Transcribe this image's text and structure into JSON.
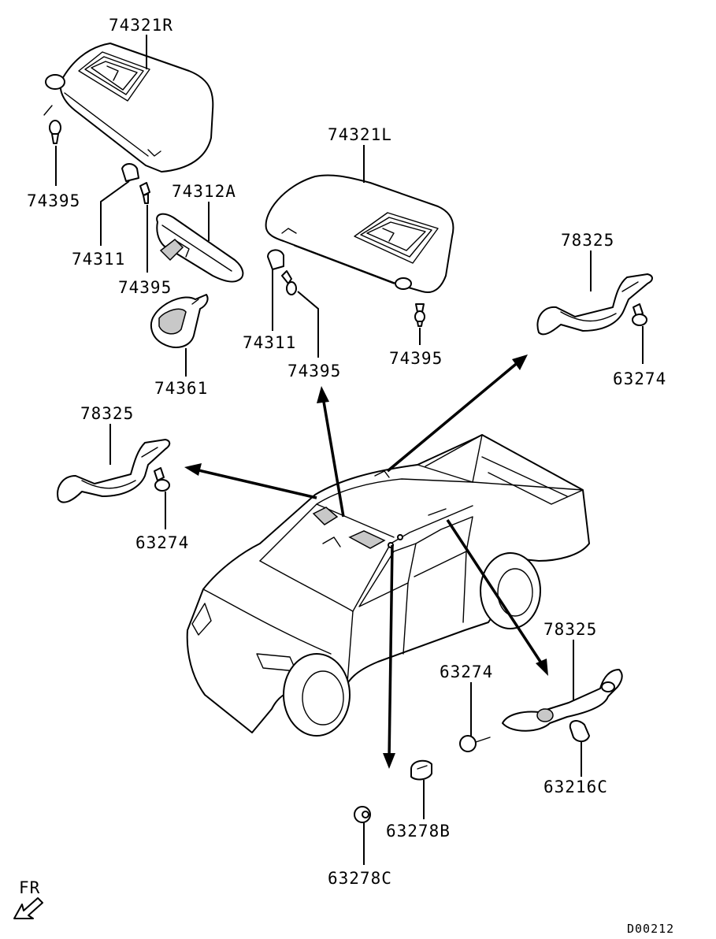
{
  "diagram": {
    "code": "D00212",
    "direction_label": "FR",
    "labels": {
      "sunvisor_right": "74321R",
      "sunvisor_left": "74321L",
      "mirror": "74312A",
      "holder_a": "74311",
      "holder_b": "74311",
      "screw_a": "74395",
      "screw_b": "74395",
      "screw_c": "74395",
      "screw_d": "74395",
      "lamp": "74361",
      "grip_left": "78325",
      "grip_right": "78325",
      "grip_bottom": "78325",
      "clip_left": "63274",
      "clip_right": "63274",
      "clip_bottom": "63274",
      "cap_c": "63216C",
      "cap_b": "63278B",
      "cap_c2": "63278C"
    }
  }
}
